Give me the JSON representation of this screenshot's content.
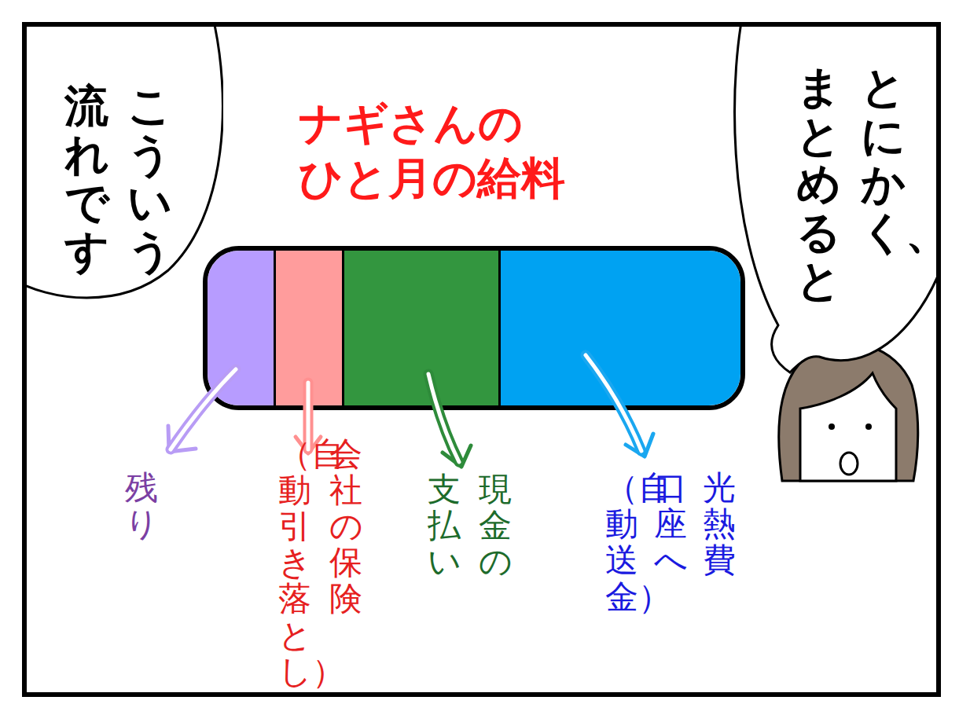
{
  "diagram": {
    "title": "ナギさんの ひと月の給料",
    "nodes": [
      {
        "text": [
          "とにかく、 まとめると"
        ]
      },
      {
        "text": [
          "こういう 流れです"
        ]
      }
    ],
    "labels": [
      "光熱費 口座へ （自動送金）",
      "現金の 支払い",
      "会社の保険 （自動引き落とし）",
      "残り"
    ]
  }
}
